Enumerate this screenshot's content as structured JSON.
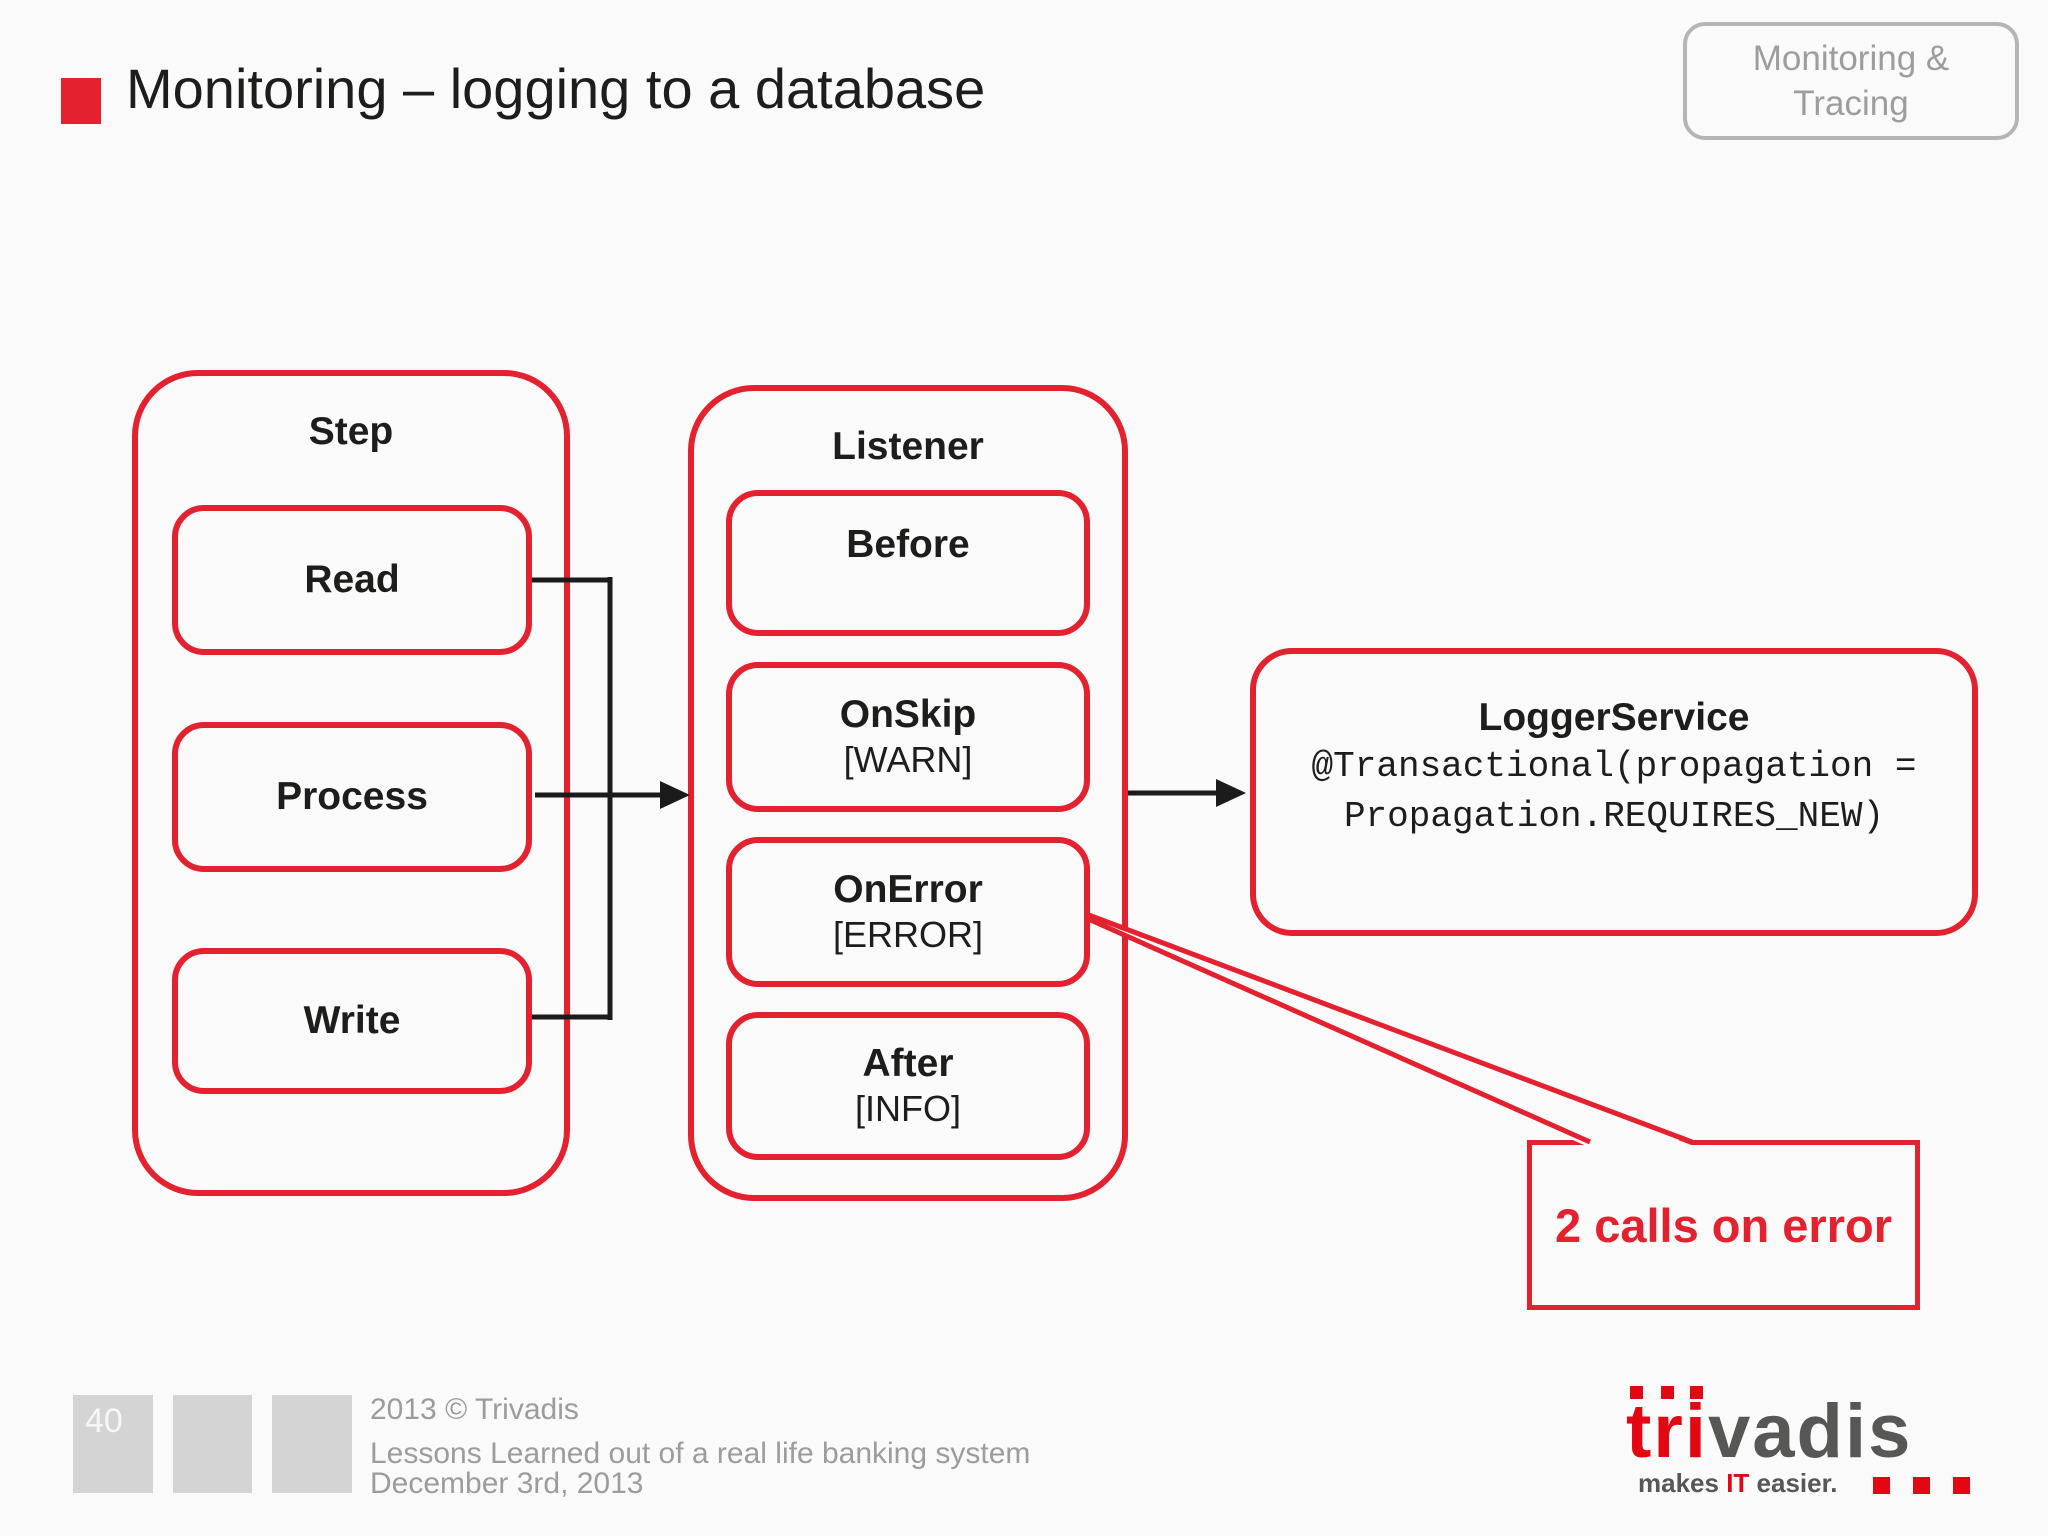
{
  "slide": {
    "title": "Monitoring – logging to a database",
    "corner_badge": "Monitoring & Tracing",
    "colors": {
      "accent_red": "#e3212f",
      "logo_red": "#e30613",
      "text_dark": "#1d1d1b",
      "text_gray": "#9c9c9c"
    }
  },
  "diagram": {
    "step_group": {
      "label": "Step",
      "items": [
        "Read",
        "Process",
        "Write"
      ]
    },
    "listener_group": {
      "label": "Listener",
      "items": [
        {
          "label": "Before",
          "level": ""
        },
        {
          "label": "OnSkip",
          "level": "[WARN]"
        },
        {
          "label": "OnError",
          "level": "[ERROR]"
        },
        {
          "label": "After",
          "level": "[INFO]"
        }
      ]
    },
    "logger": {
      "title": "LoggerService",
      "code_line1": "@Transactional(propagation =",
      "code_line2": "Propagation.REQUIRES_NEW)"
    },
    "callout": {
      "text": "2 calls on error"
    }
  },
  "footer": {
    "page_number": "40",
    "copyright": "2013 © Trivadis",
    "subtitle": "Lessons Learned out of a real life banking system",
    "date": "December 3rd, 2013",
    "logo": {
      "brand_red": "tri",
      "brand_gray": "vadis",
      "tagline_pre": "makes ",
      "tagline_it": "IT",
      "tagline_post": " easier."
    }
  }
}
